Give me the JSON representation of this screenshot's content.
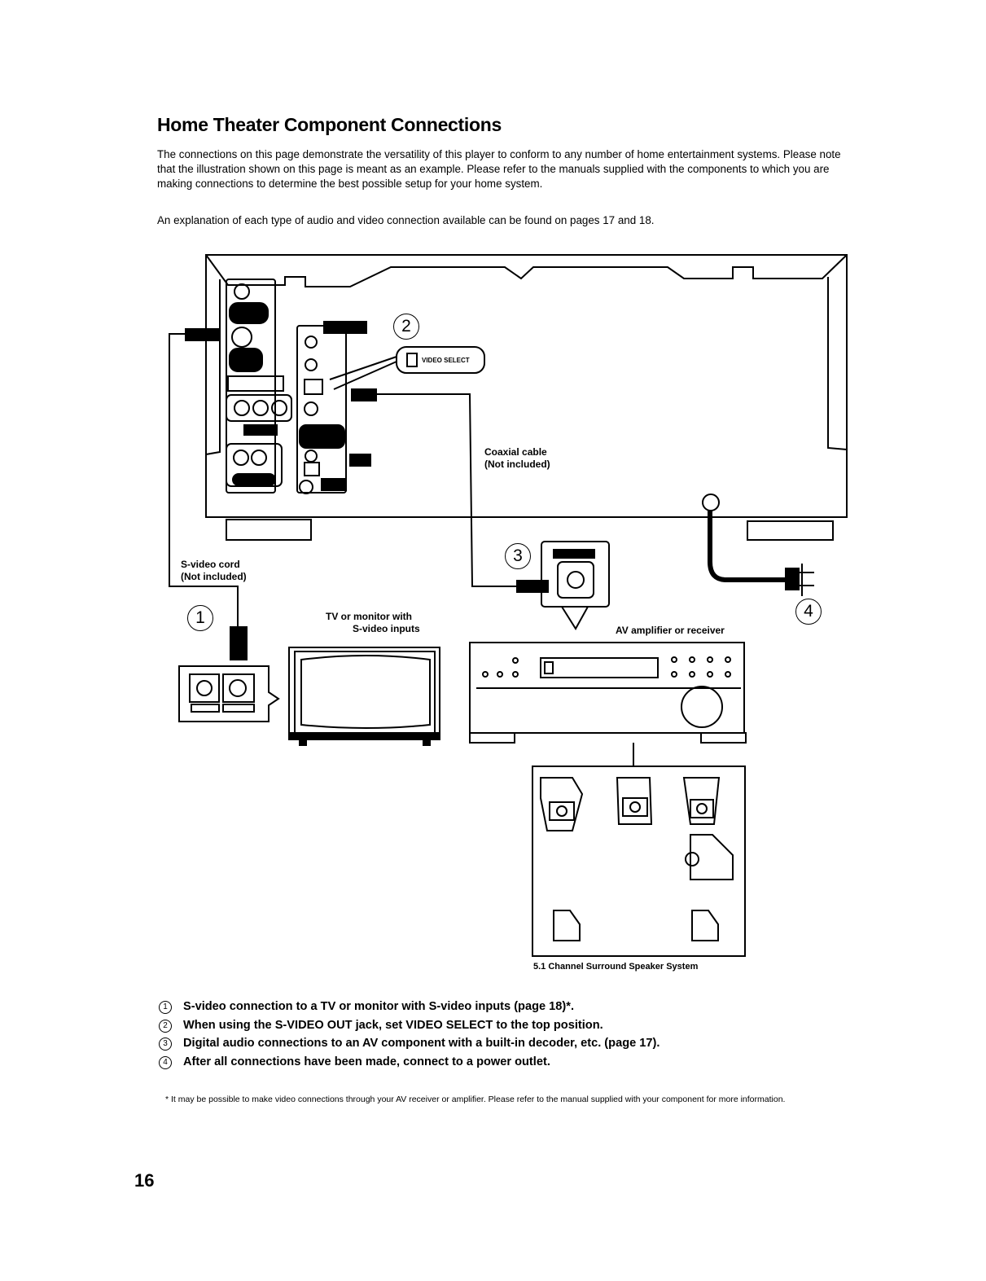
{
  "page": {
    "title": "Home Theater Component Connections",
    "intro": "The connections on this page demonstrate the versatility of this player to conform to any number of home entertainment systems. Please note that the illustration shown on this page is meant as an example. Please refer to the manuals supplied with the components to which you are making connections to determine the best possible setup for your home system.",
    "intro2": "An explanation of each type of audio and video connection available can be found on pages 17 and 18.",
    "page_number": "16"
  },
  "diagram": {
    "labels": {
      "coaxial_cable": "Coaxial cable",
      "coaxial_not_included": "(Not included)",
      "svideo_cord": "S-video cord",
      "svideo_not_included": "(Not included)",
      "tv_line1": "TV or monitor with",
      "tv_line2": "S-video inputs",
      "av_amp": "AV amplifier or receiver",
      "speaker_system": "5.1 Channel Surround Speaker System",
      "video_select": "VIDEO SELECT"
    },
    "callouts": [
      "1",
      "2",
      "3",
      "4"
    ]
  },
  "notes": [
    {
      "num": "1",
      "text": "S-video connection to a TV or monitor with S-video inputs (page 18)*."
    },
    {
      "num": "2",
      "text": "When using the S-VIDEO OUT jack, set VIDEO SELECT to the top position."
    },
    {
      "num": "3",
      "text": "Digital audio connections to an AV component with a built-in decoder, etc. (page 17)."
    },
    {
      "num": "4",
      "text": "After all connections have been made, connect to a power outlet."
    }
  ],
  "footnote": "* It may be possible to make video connections through your AV receiver or amplifier. Please refer to the manual supplied with your component for more information."
}
